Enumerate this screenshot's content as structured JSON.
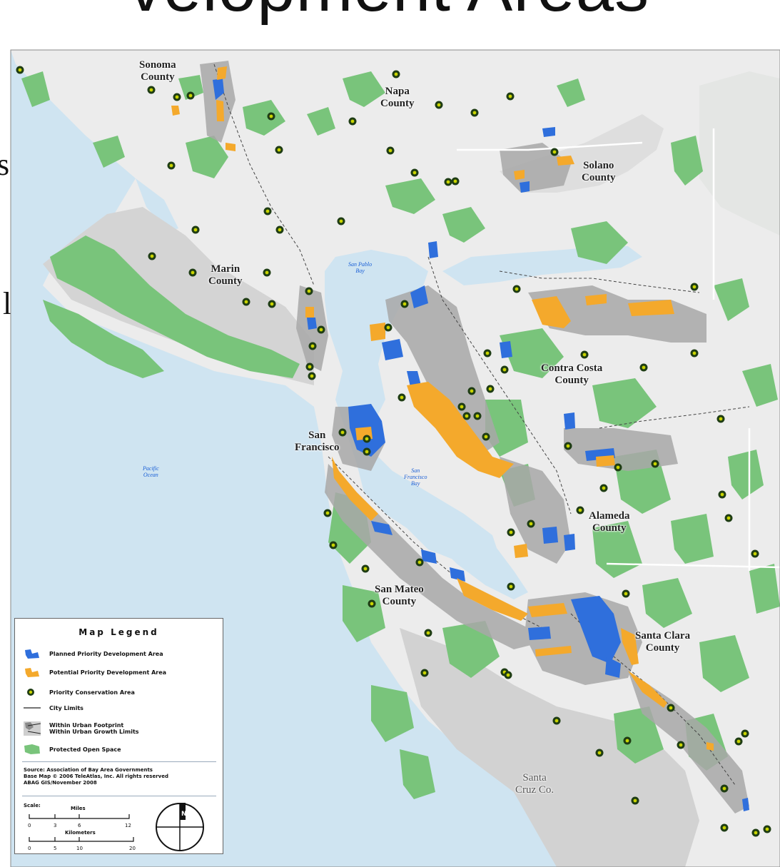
{
  "slide": {
    "title_partial": "velopment Areas",
    "left_cutoff_char_1": "s",
    "left_cutoff_char_2": "l"
  },
  "map": {
    "county_labels": [
      {
        "name": "Sonoma\nCounty"
      },
      {
        "name": "Napa\nCounty"
      },
      {
        "name": "Solano\nCounty"
      },
      {
        "name": "Marin\nCounty"
      },
      {
        "name": "Contra Costa\nCounty"
      },
      {
        "name": "San\nFrancisco"
      },
      {
        "name": "Alameda\nCounty"
      },
      {
        "name": "San Mateo\nCounty"
      },
      {
        "name": "Santa Clara\nCounty"
      },
      {
        "name": "Santa\nCruz Co."
      }
    ],
    "water_labels": [
      {
        "name": "San Pablo\nBay"
      },
      {
        "name": "Pacific\nOcean"
      },
      {
        "name": "San\nFrancisco\nBay"
      }
    ],
    "colors": {
      "water": "#cfe4f1",
      "land": "#ececec",
      "hills": "#cfcfcf",
      "open_space": "#79c47b",
      "planned_pda": "#2f6fdc",
      "potential_pda": "#f4a92c",
      "pca_fill": "#c8d400",
      "pca_ring": "#1f3d14",
      "urban": "#9a9a9a"
    }
  },
  "legend": {
    "title": "Map Legend",
    "items": [
      {
        "label": "Planned Priority Development Area",
        "icon": "planned-pda-swatch"
      },
      {
        "label": "Potential Priority Development Area",
        "icon": "potential-pda-swatch"
      },
      {
        "label": "Priority Conservation Area",
        "icon": "pca-dot"
      },
      {
        "label": "City Limits",
        "icon": "city-limit-line"
      },
      {
        "label": "Within Urban Footprint\nWithin Urban Growth Limits",
        "icon": "urban-footprint-swatch"
      },
      {
        "label": "Protected Open Space",
        "icon": "open-space-swatch"
      }
    ],
    "source": "Source: Association of Bay Area Governments\nBase Map © 2006 TeleAtlas, Inc. All rights reserved\nABAG GIS/November 2008",
    "scale_label": "Scale:",
    "miles_label": "Miles",
    "miles_ticks": [
      "0",
      "3",
      "6",
      "12"
    ],
    "km_label": "Kilometers",
    "km_ticks": [
      "0",
      "5",
      "10",
      "20"
    ],
    "north_label": "N"
  }
}
